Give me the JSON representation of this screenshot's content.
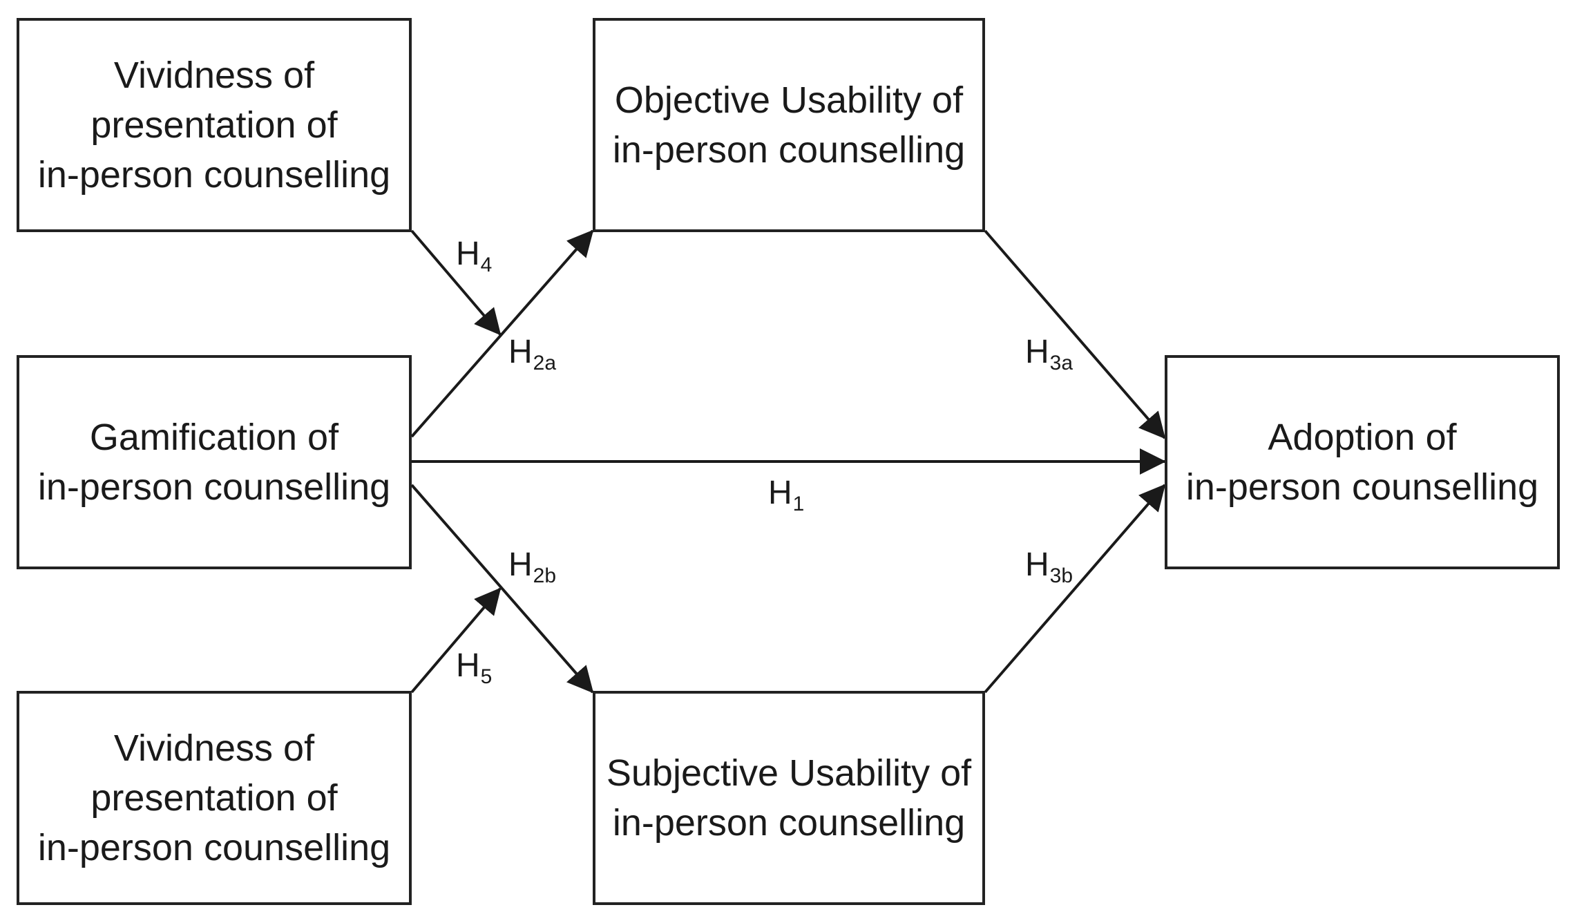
{
  "boxes": {
    "vividness_top": "Vividness of\npresentation of\nin-person counselling",
    "objective_usability": "Objective Usability of\nin-person counselling",
    "gamification": "Gamification of\nin-person counselling",
    "adoption": "Adoption of\nin-person counselling",
    "vividness_bottom": "Vividness of\npresentation of\nin-person counselling",
    "subjective_usability": "Subjective Usability of\nin-person counselling"
  },
  "hypotheses": {
    "h1": {
      "main": "H",
      "sub": "1"
    },
    "h2a": {
      "main": "H",
      "sub": "2a"
    },
    "h2b": {
      "main": "H",
      "sub": "2b"
    },
    "h3a": {
      "main": "H",
      "sub": "3a"
    },
    "h3b": {
      "main": "H",
      "sub": "3b"
    },
    "h4": {
      "main": "H",
      "sub": "4"
    },
    "h5": {
      "main": "H",
      "sub": "5"
    }
  }
}
